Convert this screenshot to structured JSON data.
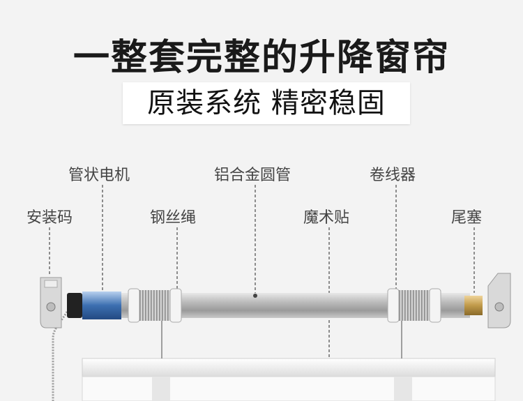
{
  "header": {
    "title": "一整套完整的升降窗帘",
    "subtitle": "原装系统 精密稳固"
  },
  "labels": {
    "tubular_motor": "管状电机",
    "aluminum_tube": "铝合金圆管",
    "winder": "卷线器",
    "mounting_bracket": "安装码",
    "steel_wire_rope": "钢丝绳",
    "velcro": "魔术贴",
    "end_plug": "尾塞"
  }
}
